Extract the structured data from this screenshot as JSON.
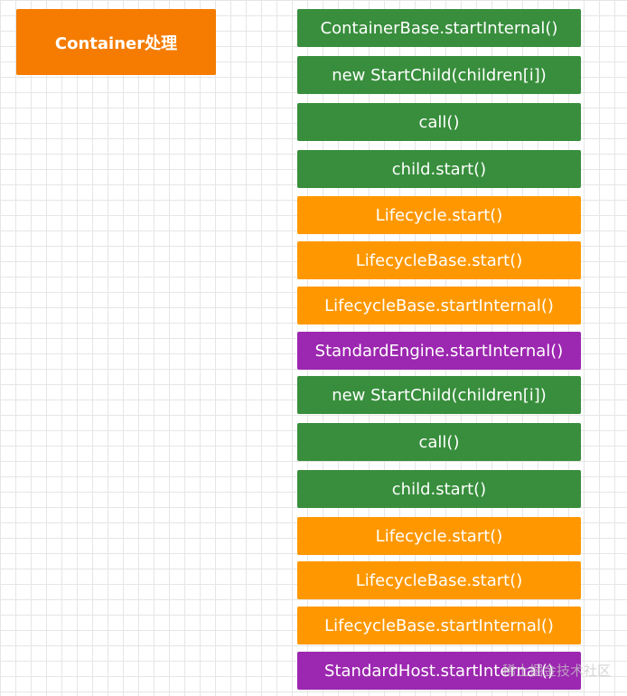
{
  "title": "Container处理",
  "colors": {
    "title_box": "#f57c00",
    "green": "#388e3c",
    "orange": "#ff9800",
    "purple": "#9c27b0",
    "text": "#ffffff"
  },
  "steps": [
    {
      "label": "ContainerBase.startInternal()",
      "kind": "green"
    },
    {
      "label": "new StartChild(children[i])",
      "kind": "green"
    },
    {
      "label": "call()",
      "kind": "green"
    },
    {
      "label": "child.start()",
      "kind": "green"
    },
    {
      "label": "Lifecycle.start()",
      "kind": "orange"
    },
    {
      "label": "LifecycleBase.start()",
      "kind": "orange"
    },
    {
      "label": "LifecycleBase.startInternal()",
      "kind": "orange"
    },
    {
      "label": "StandardEngine.startInternal()",
      "kind": "purple"
    },
    {
      "label": "new StartChild(children[i])",
      "kind": "green"
    },
    {
      "label": "call()",
      "kind": "green"
    },
    {
      "label": "child.start()",
      "kind": "green"
    },
    {
      "label": "Lifecycle.start()",
      "kind": "orange"
    },
    {
      "label": "LifecycleBase.start()",
      "kind": "orange"
    },
    {
      "label": "LifecycleBase.startInternal()",
      "kind": "orange"
    },
    {
      "label": "StandardHost.startInternal()",
      "kind": "purple"
    }
  ],
  "watermark": "稀土掘金技术社区"
}
